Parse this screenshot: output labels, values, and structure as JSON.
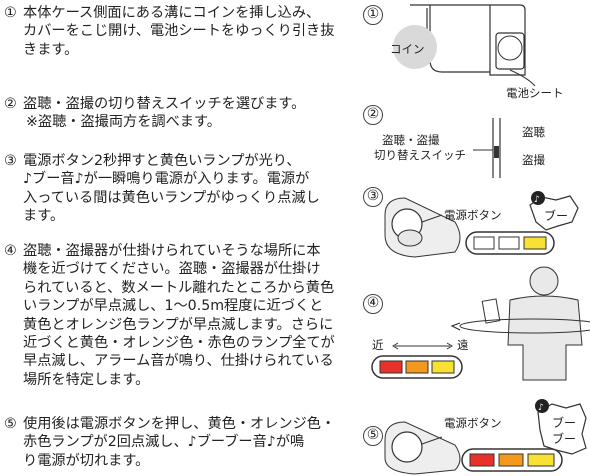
{
  "steps": [
    {
      "number": "①",
      "lines": [
        "本体ケース側面にある溝にコインを挿し込み、",
        "カバーをこじ開け、電池シートをゆっくり引き抜",
        "きます。"
      ]
    },
    {
      "number": "②",
      "lines": [
        "盗聴・盗撮の切り替えスイッチを選びます。",
        "※盗聴・盗撮両方を調べます。"
      ]
    },
    {
      "number": "③",
      "lines": [
        "電源ボタン2秒押すと黄色いランプが光り、",
        "♪ブー音♪が一瞬鳴り電源が入ります。電源が",
        "入っている間は黄色いランプがゆっくり点滅し",
        "ます。"
      ]
    },
    {
      "number": "④",
      "lines": [
        "盗聴・盗撮器が仕掛けられていそうな場所に本",
        "機を近づけてください。盗聴・盗撮器が仕掛け",
        "られていると、数メートル離れたところから黄色",
        "いランプが早点滅し、1～0.5m程度に近づくと",
        "黄色とオレンジ色ランプが早点滅します。さらに",
        "近づくと黄色・オレンジ色・赤色のランプ全てが",
        "早点滅し、アラーム音が鳴り、仕掛けられている",
        "場所を特定します。"
      ]
    },
    {
      "number": "⑤",
      "lines": [
        "使用後は電源ボタンを押し、黄色・オレンジ色・",
        "赤色ランプが2回点滅し、♪ブーブー音♪が鳴",
        "り電源が切れます。"
      ]
    }
  ],
  "figures": {
    "fig1": {
      "number": "①",
      "coin_label": "コイン",
      "battery_label": "電池シート"
    },
    "fig2": {
      "number": "②",
      "switch_label_1": "盗聴・盗撮",
      "switch_label_2": "切り替えスイッチ",
      "pos_a": "盗聴",
      "pos_b": "盗撮"
    },
    "fig3": {
      "number": "③",
      "power_label": "電源ボタン",
      "sound": "ブー"
    },
    "fig4": {
      "number": "④",
      "near": "近",
      "far": "遠"
    },
    "fig5": {
      "number": "⑤",
      "power_label": "電源ボタン",
      "sound_1": "ブー",
      "sound_2": "ブー"
    }
  },
  "colors": {
    "red": "#e8312a",
    "orange": "#f39a1e",
    "yellow": "#f7e133",
    "off": "#ffffff",
    "outline": "#333333"
  }
}
